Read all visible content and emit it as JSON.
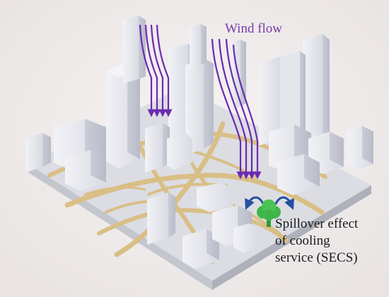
{
  "annotations": {
    "wind_flow": "Wind flow",
    "secs_line1": "Spillover effect",
    "secs_line2": "of cooling",
    "secs_line3": "service (SECS)"
  },
  "icons": {
    "wind_arrows": "wind-flow-arrow-icon",
    "tree": "tree-icon",
    "spillover_arrows": "curved-arrow-icon"
  },
  "colors": {
    "background": "#f1eeee",
    "ground": "#dcdde3",
    "ground_edge": "#b9bbc4",
    "buildings": "#e6e8ee",
    "roads": "#d9bf86",
    "wind": "#6a2bb0",
    "tree": "#3fb54a",
    "spillover_arrow": "#2550a0"
  }
}
